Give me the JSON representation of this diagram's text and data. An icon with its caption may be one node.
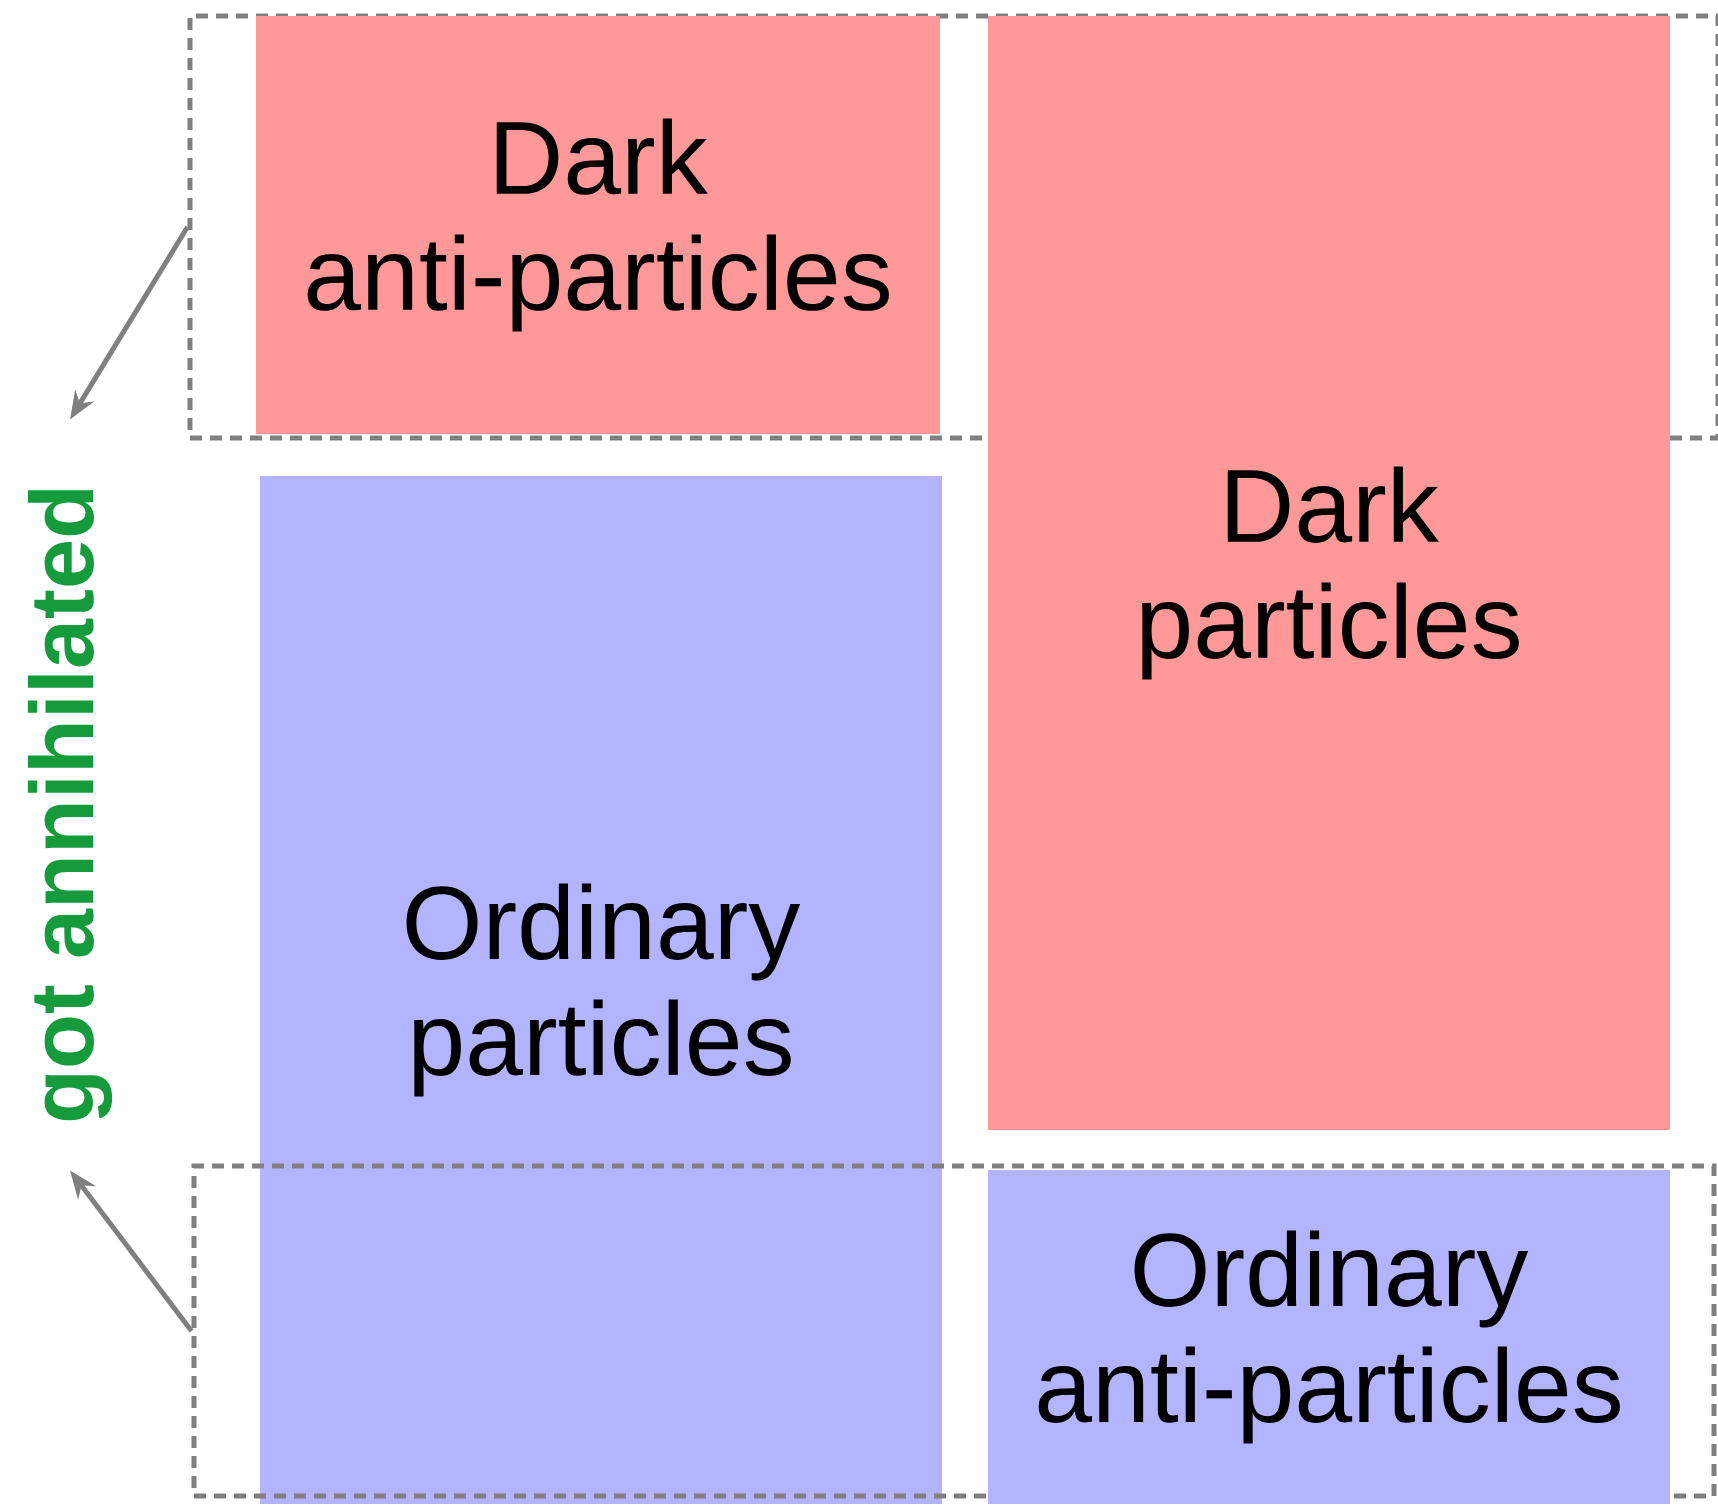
{
  "diagram": {
    "nodes": [
      {
        "text": [],
        "shape": "box"
      },
      {
        "text": [
          "Dark anti-particles"
        ],
        "in": 0
      },
      {
        "text": [
          "Ordinary particles"
        ]
      },
      {
        "text": [
          "Dark particles"
        ]
      },
      {
        "text": [],
        "shape": "box"
      },
      {
        "text": [
          "Ordinary anti-particles"
        ],
        "in": 4
      },
      {
        "text": [
          "got annihilated"
        ]
      }
    ],
    "edges": [
      {
        "from": 0,
        "to": 6,
        "arrow": "to"
      },
      {
        "from": 4,
        "to": 6,
        "arrow": "to"
      }
    ]
  }
}
